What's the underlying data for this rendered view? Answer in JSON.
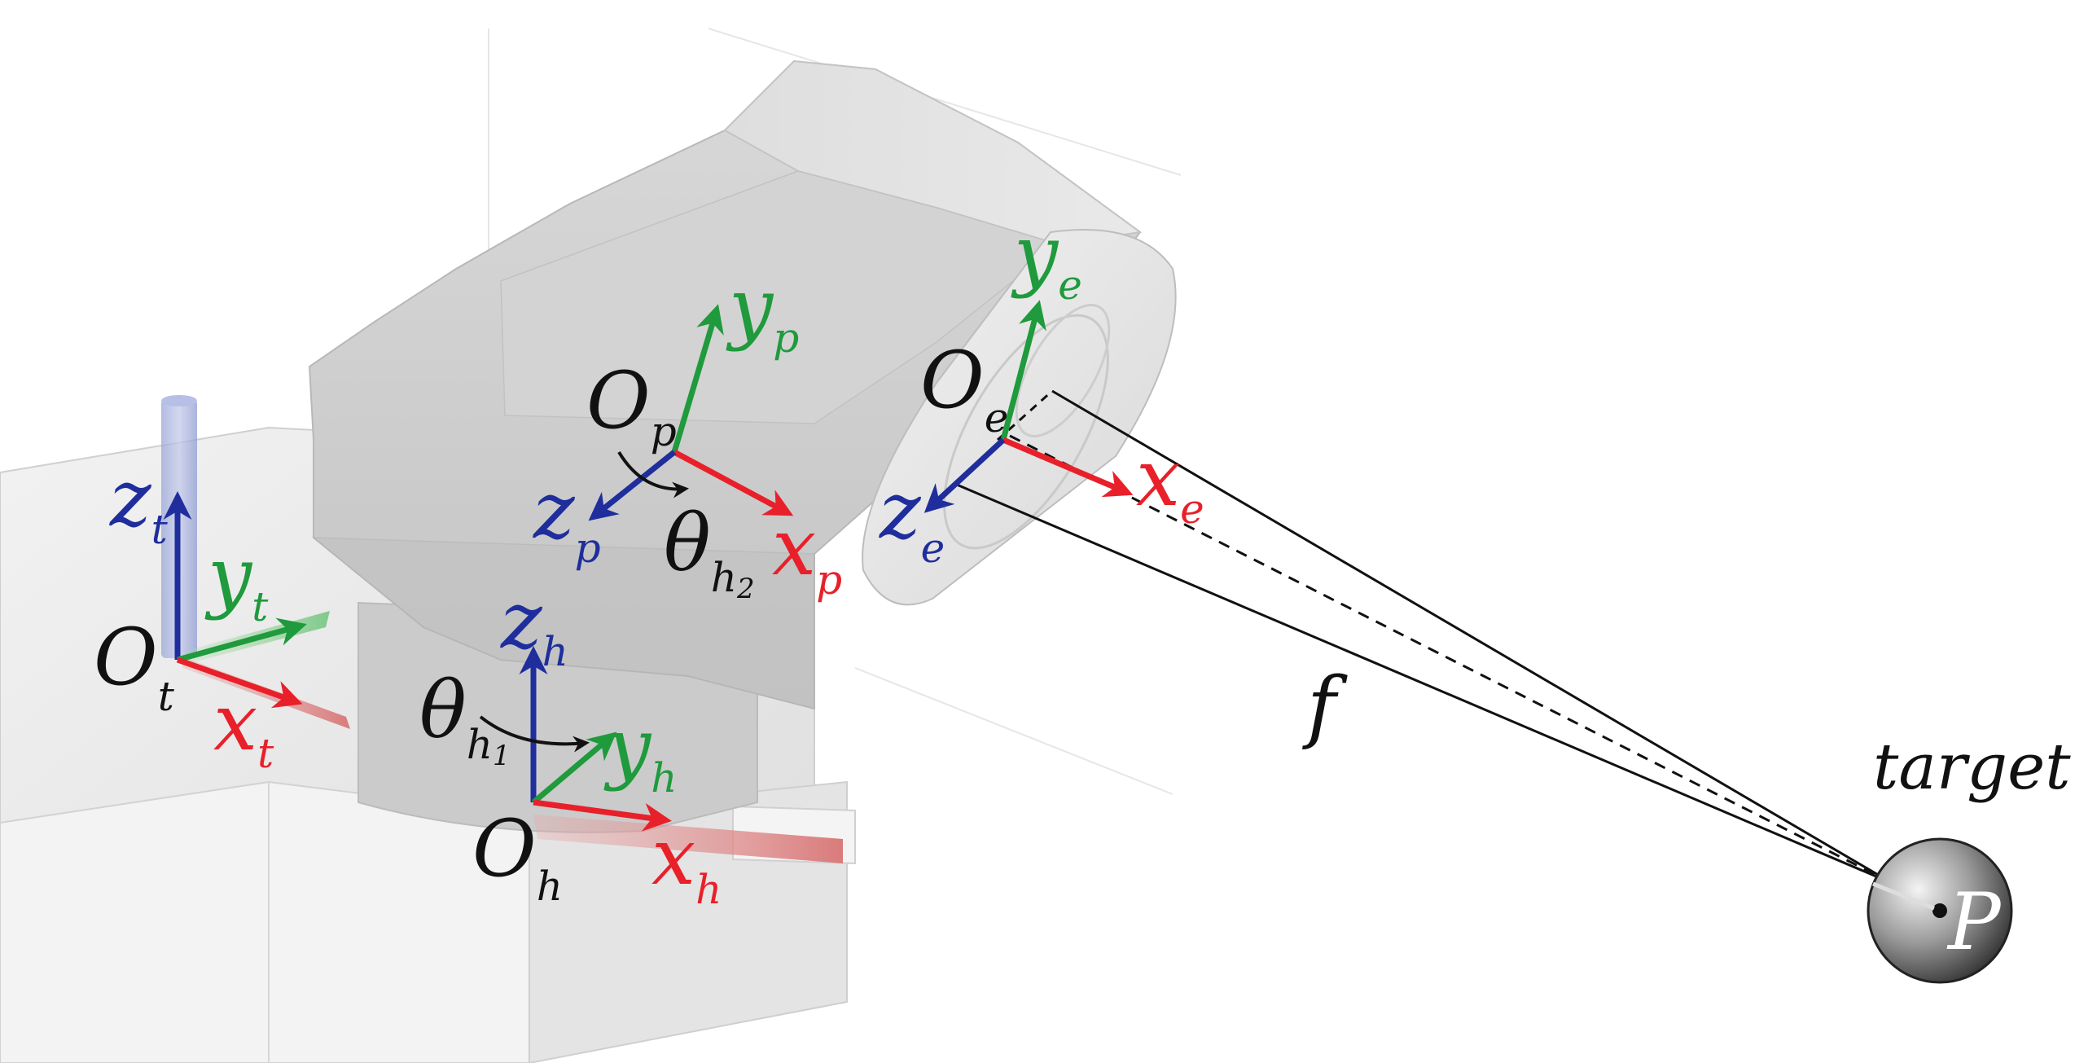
{
  "colors": {
    "x_axis": "#e8202a",
    "y_axis": "#1f9a3c",
    "z_axis": "#1f2e9c",
    "annotation": "#111111",
    "body_light": "#e9e9e9",
    "body_mid": "#cfcfcf",
    "body_dark": "#b8b8b8"
  },
  "frames": {
    "t": {
      "origin": {
        "main": "O",
        "sub": "t"
      },
      "x": {
        "main": "x",
        "sub": "t"
      },
      "y": {
        "main": "y",
        "sub": "t"
      },
      "z": {
        "main": "z",
        "sub": "t"
      }
    },
    "h": {
      "origin": {
        "main": "O",
        "sub": "h"
      },
      "x": {
        "main": "x",
        "sub": "h"
      },
      "y": {
        "main": "y",
        "sub": "h"
      },
      "z": {
        "main": "z",
        "sub": "h"
      },
      "rotation": {
        "main": "θ",
        "sub": "h",
        "subsub": "1"
      }
    },
    "p": {
      "origin": {
        "main": "O",
        "sub": "p"
      },
      "x": {
        "main": "x",
        "sub": "p"
      },
      "y": {
        "main": "y",
        "sub": "p"
      },
      "z": {
        "main": "z",
        "sub": "p"
      },
      "rotation": {
        "main": "θ",
        "sub": "h",
        "subsub": "2"
      }
    },
    "e": {
      "origin": {
        "main": "O",
        "sub": "e"
      },
      "x": {
        "main": "x",
        "sub": "e"
      },
      "y": {
        "main": "y",
        "sub": "e"
      },
      "z": {
        "main": "z",
        "sub": "e"
      }
    }
  },
  "focal_label": "f",
  "target": {
    "label": "target",
    "point_label": "P"
  }
}
